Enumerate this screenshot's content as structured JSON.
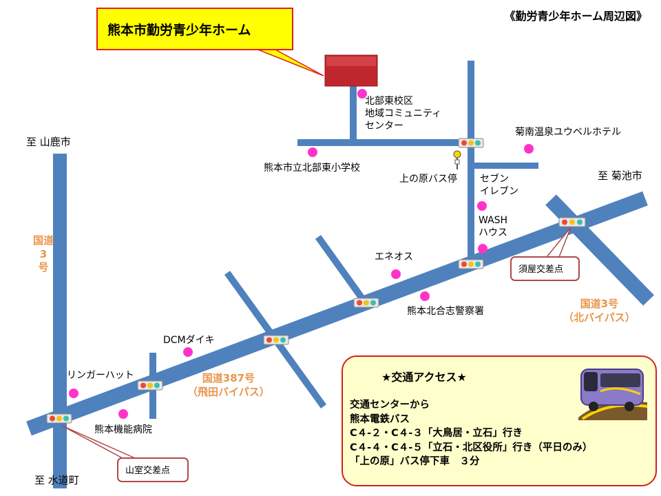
{
  "heading": "《勤労青少年ホーム周辺図》",
  "facility": {
    "name": "熊本市勤労青少年ホーム"
  },
  "directions": {
    "north_west": "至 山鹿市",
    "south_west": "至 水道町",
    "north_east": "至 菊池市"
  },
  "roads": {
    "route3_vertical": "国道\n3\n号",
    "route387": "国道387号\n（飛田バイパス）",
    "route3_bypass": "国道3号\n（北バイパス）"
  },
  "landmarks": {
    "community_center": "北部東校区\n地域コミュニティ\nセンター",
    "elementary_school": "熊本市立北部東小学校",
    "bus_stop": "上の原バス停",
    "hotel": "菊南温泉ユウベルホテル",
    "seven_eleven": "セブン\nイレブン",
    "wash_house": "WASH\nハウス",
    "eneos": "エネオス",
    "police": "熊本北合志警察署",
    "dcm": "DCMダイキ",
    "ringer_hut": "リンガーハット",
    "hospital": "熊本機能病院"
  },
  "intersections": {
    "suya": "須屋交差点",
    "yamamuro": "山室交差点"
  },
  "access": {
    "title": "★交通アクセス★",
    "lines": [
      "交通センターから",
      "熊本電鉄バス",
      "C４-２・C４-３「大鳥居・立石」行き",
      "C４-４・C４-５「立石・北区役所」行き（平日のみ）",
      "「上の原」バス停下車　３分"
    ]
  },
  "colors": {
    "road": "#4f81bd",
    "building": "#c0272d",
    "marker": "#ff33cc",
    "title_bg": "#ffff00",
    "access_bg": "#ffffcc",
    "road_label": "#e8954a"
  }
}
